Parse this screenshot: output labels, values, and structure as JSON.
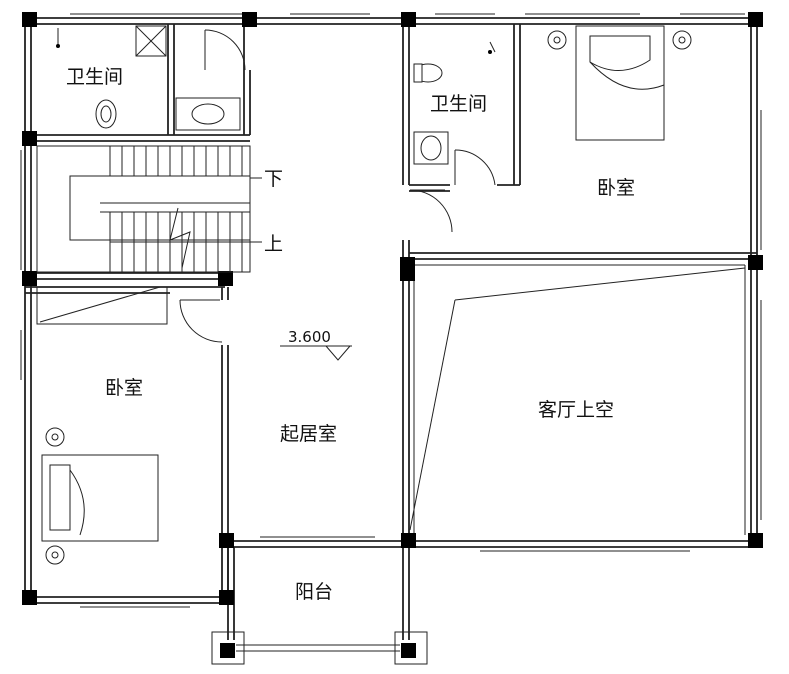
{
  "rooms": {
    "bathroom_left": "卫生间",
    "bathroom_right": "卫生间",
    "bedroom_right": "卧室",
    "bedroom_left": "卧室",
    "living_room": "起居室",
    "void": "客厅上空",
    "balcony": "阳台"
  },
  "stairs": {
    "down": "下",
    "up": "上"
  },
  "elevation": "3.600"
}
